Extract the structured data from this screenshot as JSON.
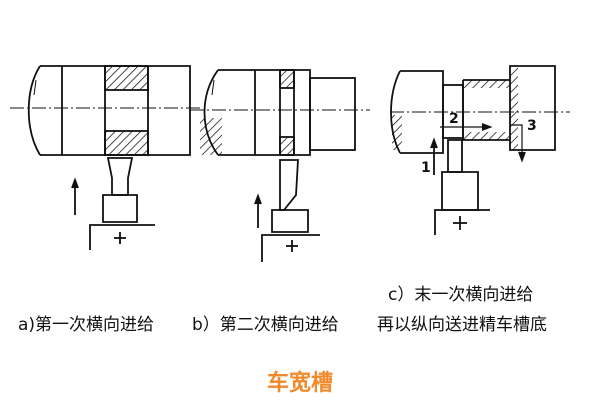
{
  "captions": {
    "a": "a)第一次横向进给",
    "b": "b）第二次横向进给",
    "c_line1": "c）末一次横向进给",
    "c_line2": "再以纵向送进精车槽底"
  },
  "step_labels": [
    "1",
    "2",
    "3"
  ],
  "title": "车宽槽",
  "colors": {
    "title": "#f08a2c",
    "line": "#111111"
  }
}
